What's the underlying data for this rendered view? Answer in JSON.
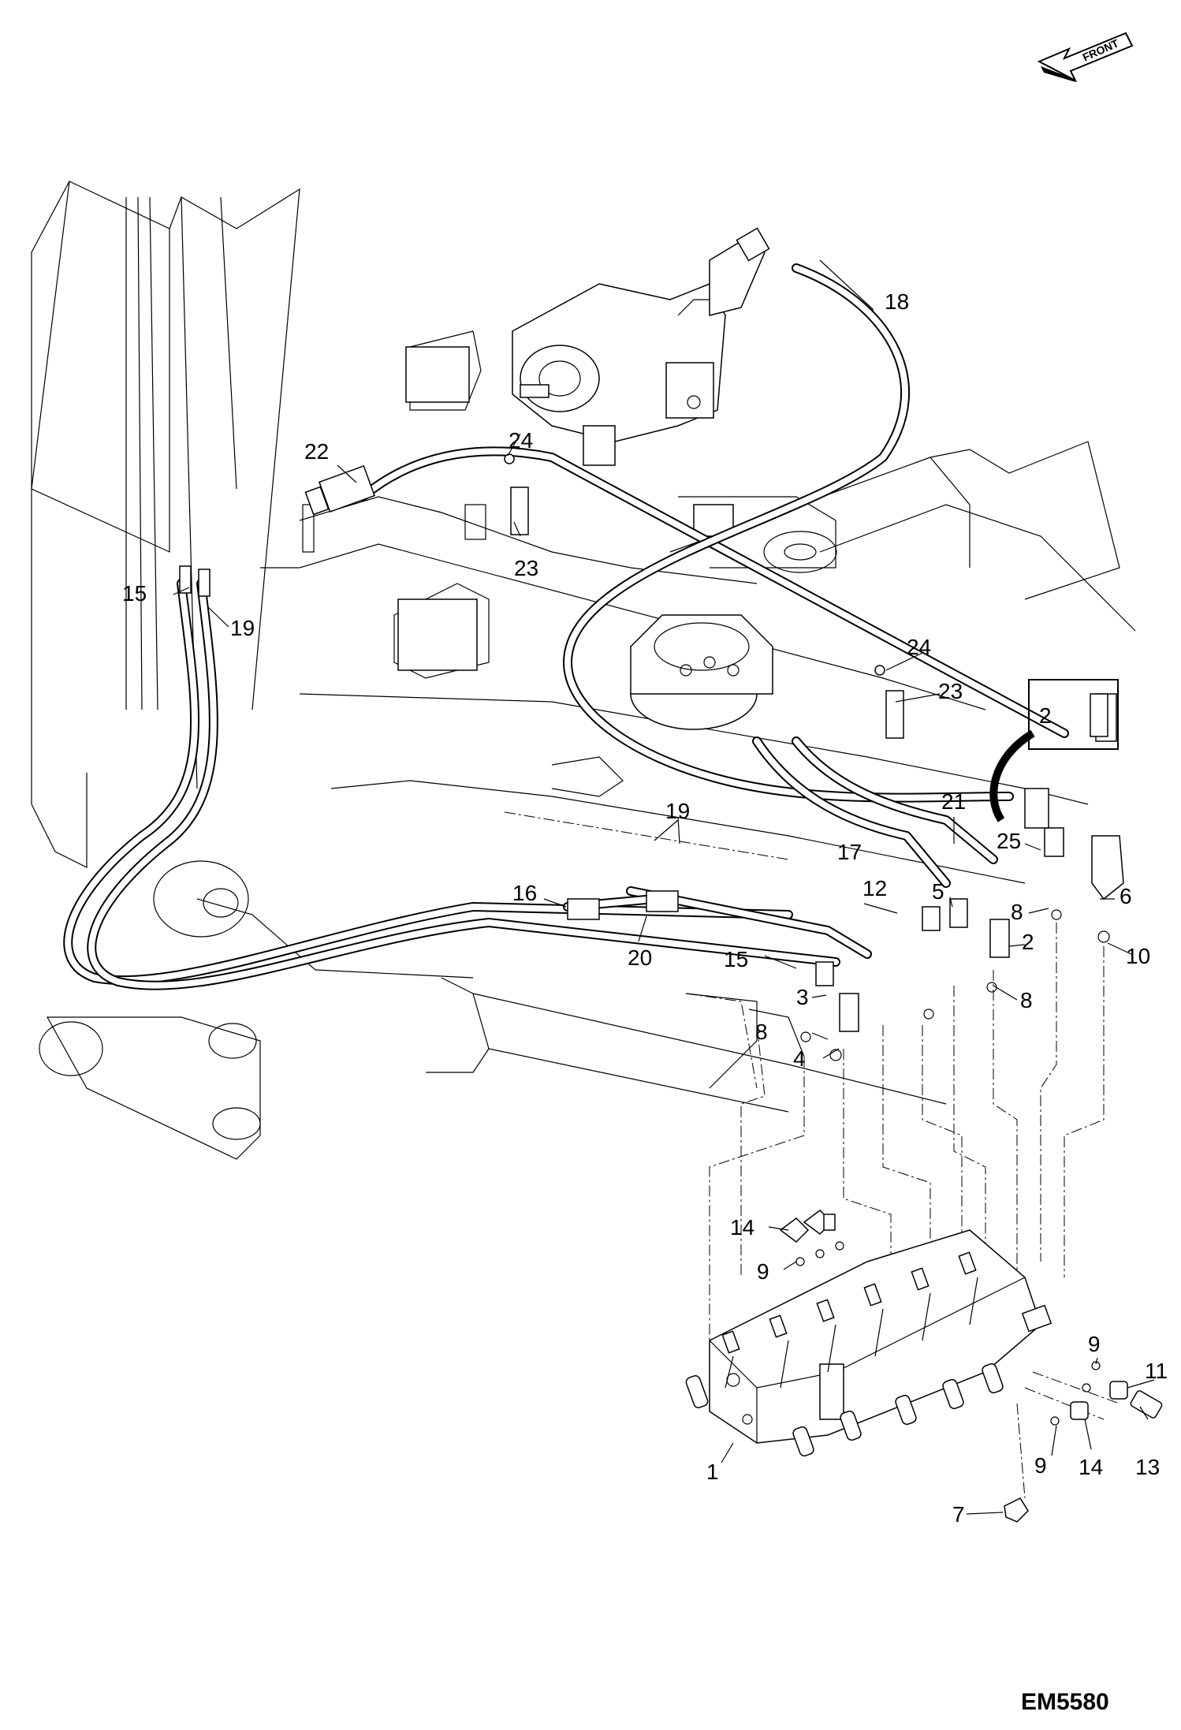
{
  "figure_code": "EM5580",
  "orientation_label": "FRONT",
  "callouts": {
    "c1": "1",
    "c2a": "2",
    "c2b": "2",
    "c3": "3",
    "c4": "4",
    "c5": "5",
    "c6": "6",
    "c7": "7",
    "c8a": "8",
    "c8b": "8",
    "c8c": "8",
    "c9a": "9",
    "c9b": "9",
    "c9c": "9",
    "c10": "10",
    "c11": "11",
    "c12": "12",
    "c13": "13",
    "c14a": "14",
    "c14b": "14",
    "c15a": "15",
    "c15b": "15",
    "c16": "16",
    "c17": "17",
    "c18": "18",
    "c19a": "19",
    "c19b": "19",
    "c20": "20",
    "c21": "21",
    "c22": "22",
    "c23a": "23",
    "c23b": "23",
    "c24a": "24",
    "c24b": "24",
    "c25": "25"
  },
  "icons": {
    "front_arrow": "front-arrow-icon"
  }
}
